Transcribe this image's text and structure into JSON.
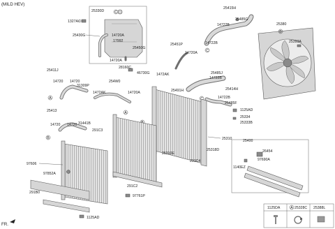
{
  "header": "(MILD HEV)",
  "corner_label": "FR.",
  "circle_refs": {
    "a": "A",
    "b": "B",
    "c": "C"
  },
  "labels": {
    "p25330d": "25330D",
    "p25415h": "25415H",
    "p1327ac": "1327AC",
    "p14720a_res": "14720A",
    "p25430g": "25430G",
    "p17992": "17992",
    "p25450g": "25450G",
    "p14720a_res2": "14720A",
    "p25485g": "25485G",
    "p14722b_top": "14722B",
    "p14722b_left": "14722B",
    "p25380": "25380",
    "p25393a": "25393A",
    "p25451p": "25451P",
    "p14720a_mid": "14720A",
    "p25411j": "25411J",
    "p28160c": "28160C",
    "p46730g": "46730G",
    "p1472ak_top": "1472AK",
    "p14720_left": "14720",
    "p14720_left2": "14720",
    "p31309p": "31309P",
    "p25485j": "25485J",
    "p14722b_mid": "14722B",
    "p25491h": "25491H",
    "p25414h": "25414H",
    "p25gw0": "254W0",
    "p1472ak_mid": "1472AK",
    "p14720a_mid2": "14720A",
    "p14722b_low": "14722B",
    "p25485f": "25485F",
    "p1125ad_r": "1125AD",
    "p25413": "25413",
    "p14720_a": "14720",
    "p31441b": "31441B",
    "p291c3": "291C3",
    "p25334": "25334",
    "p25333b": "25333B",
    "p14720_b": "14720",
    "p25310": "25310",
    "p25400": "25400",
    "p25310e": "25310E",
    "p25318d": "25318D",
    "p26454": "26454",
    "p97606": "97606",
    "p291c4": "291C4",
    "p97690a": "97690A",
    "p1140ez": "1140EZ",
    "p97852a": "97852A",
    "p291c2": "291C2",
    "p291b0": "291B0",
    "p97761p": "97761P",
    "p1125ad_b": "1125AD"
  },
  "legend": {
    "c1": "1125DA",
    "c2": "25328C",
    "c3": "25388L"
  }
}
